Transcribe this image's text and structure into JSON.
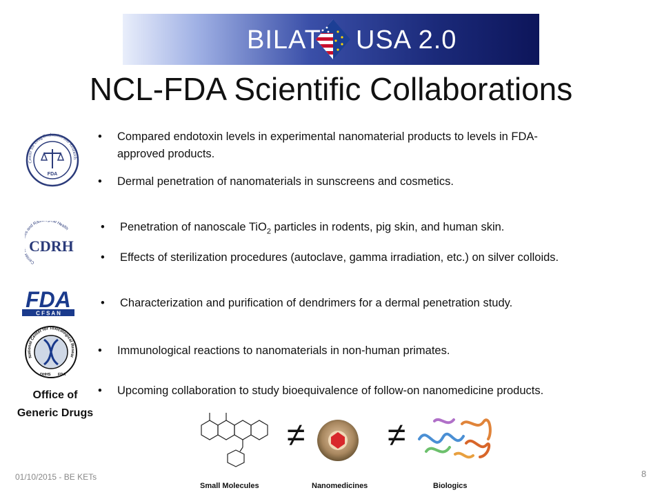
{
  "banner": {
    "left_text": "BILAT",
    "right_text": "USA 2.0"
  },
  "slide": {
    "title": "NCL-FDA Scientific Collaborations"
  },
  "bullets": [
    {
      "text": "Compared endotoxin levels in experimental nanomaterial products to levels in FDA-approved products."
    },
    {
      "text": "Dermal penetration of nanomaterials in sunscreens and cosmetics."
    },
    {
      "text_pre": "Penetration of nanoscale TiO",
      "text_sub": "2",
      "text_post": " particles in rodents, pig skin, and human skin."
    },
    {
      "text": "Effects of sterilization procedures (autoclave, gamma irradiation, etc.) on silver colloids."
    },
    {
      "text": "Characterization and purification of dendrimers for a dermal penetration study."
    },
    {
      "text": "Immunological reactions to nanomaterials in non-human primates."
    },
    {
      "text": "Upcoming collaboration to study bioequivalence of follow-on nanomedicine products."
    }
  ],
  "bullet_glyph": "•",
  "logos": {
    "cder": {
      "ring_text": "Center for Drug Evaluation and Research",
      "inner_text": "FDA"
    },
    "cdrh": {
      "letters": "CDRH",
      "ring_text": "Center for Devices and Radiological Health"
    },
    "cfsan": {
      "main": "FDA",
      "sub": "C F S A N"
    },
    "nctr": {
      "ring_text": "National Center for Toxicological Research",
      "bottom_left": "DHHS",
      "bottom_right": "FDA"
    },
    "ogd_label": "Office of Generic Drugs"
  },
  "figure": {
    "neq_symbol": "≠",
    "captions": [
      "Small Molecules",
      "Nanomedicines",
      "Biologics"
    ]
  },
  "footer": {
    "date": "01/10/2015 - BE KETs",
    "page": "8"
  },
  "colors": {
    "banner_dark": "#0d155a",
    "banner_light": "#e9eefb",
    "cfsan_blue": "#1a3a8c",
    "nano_red": "#d8282c"
  }
}
